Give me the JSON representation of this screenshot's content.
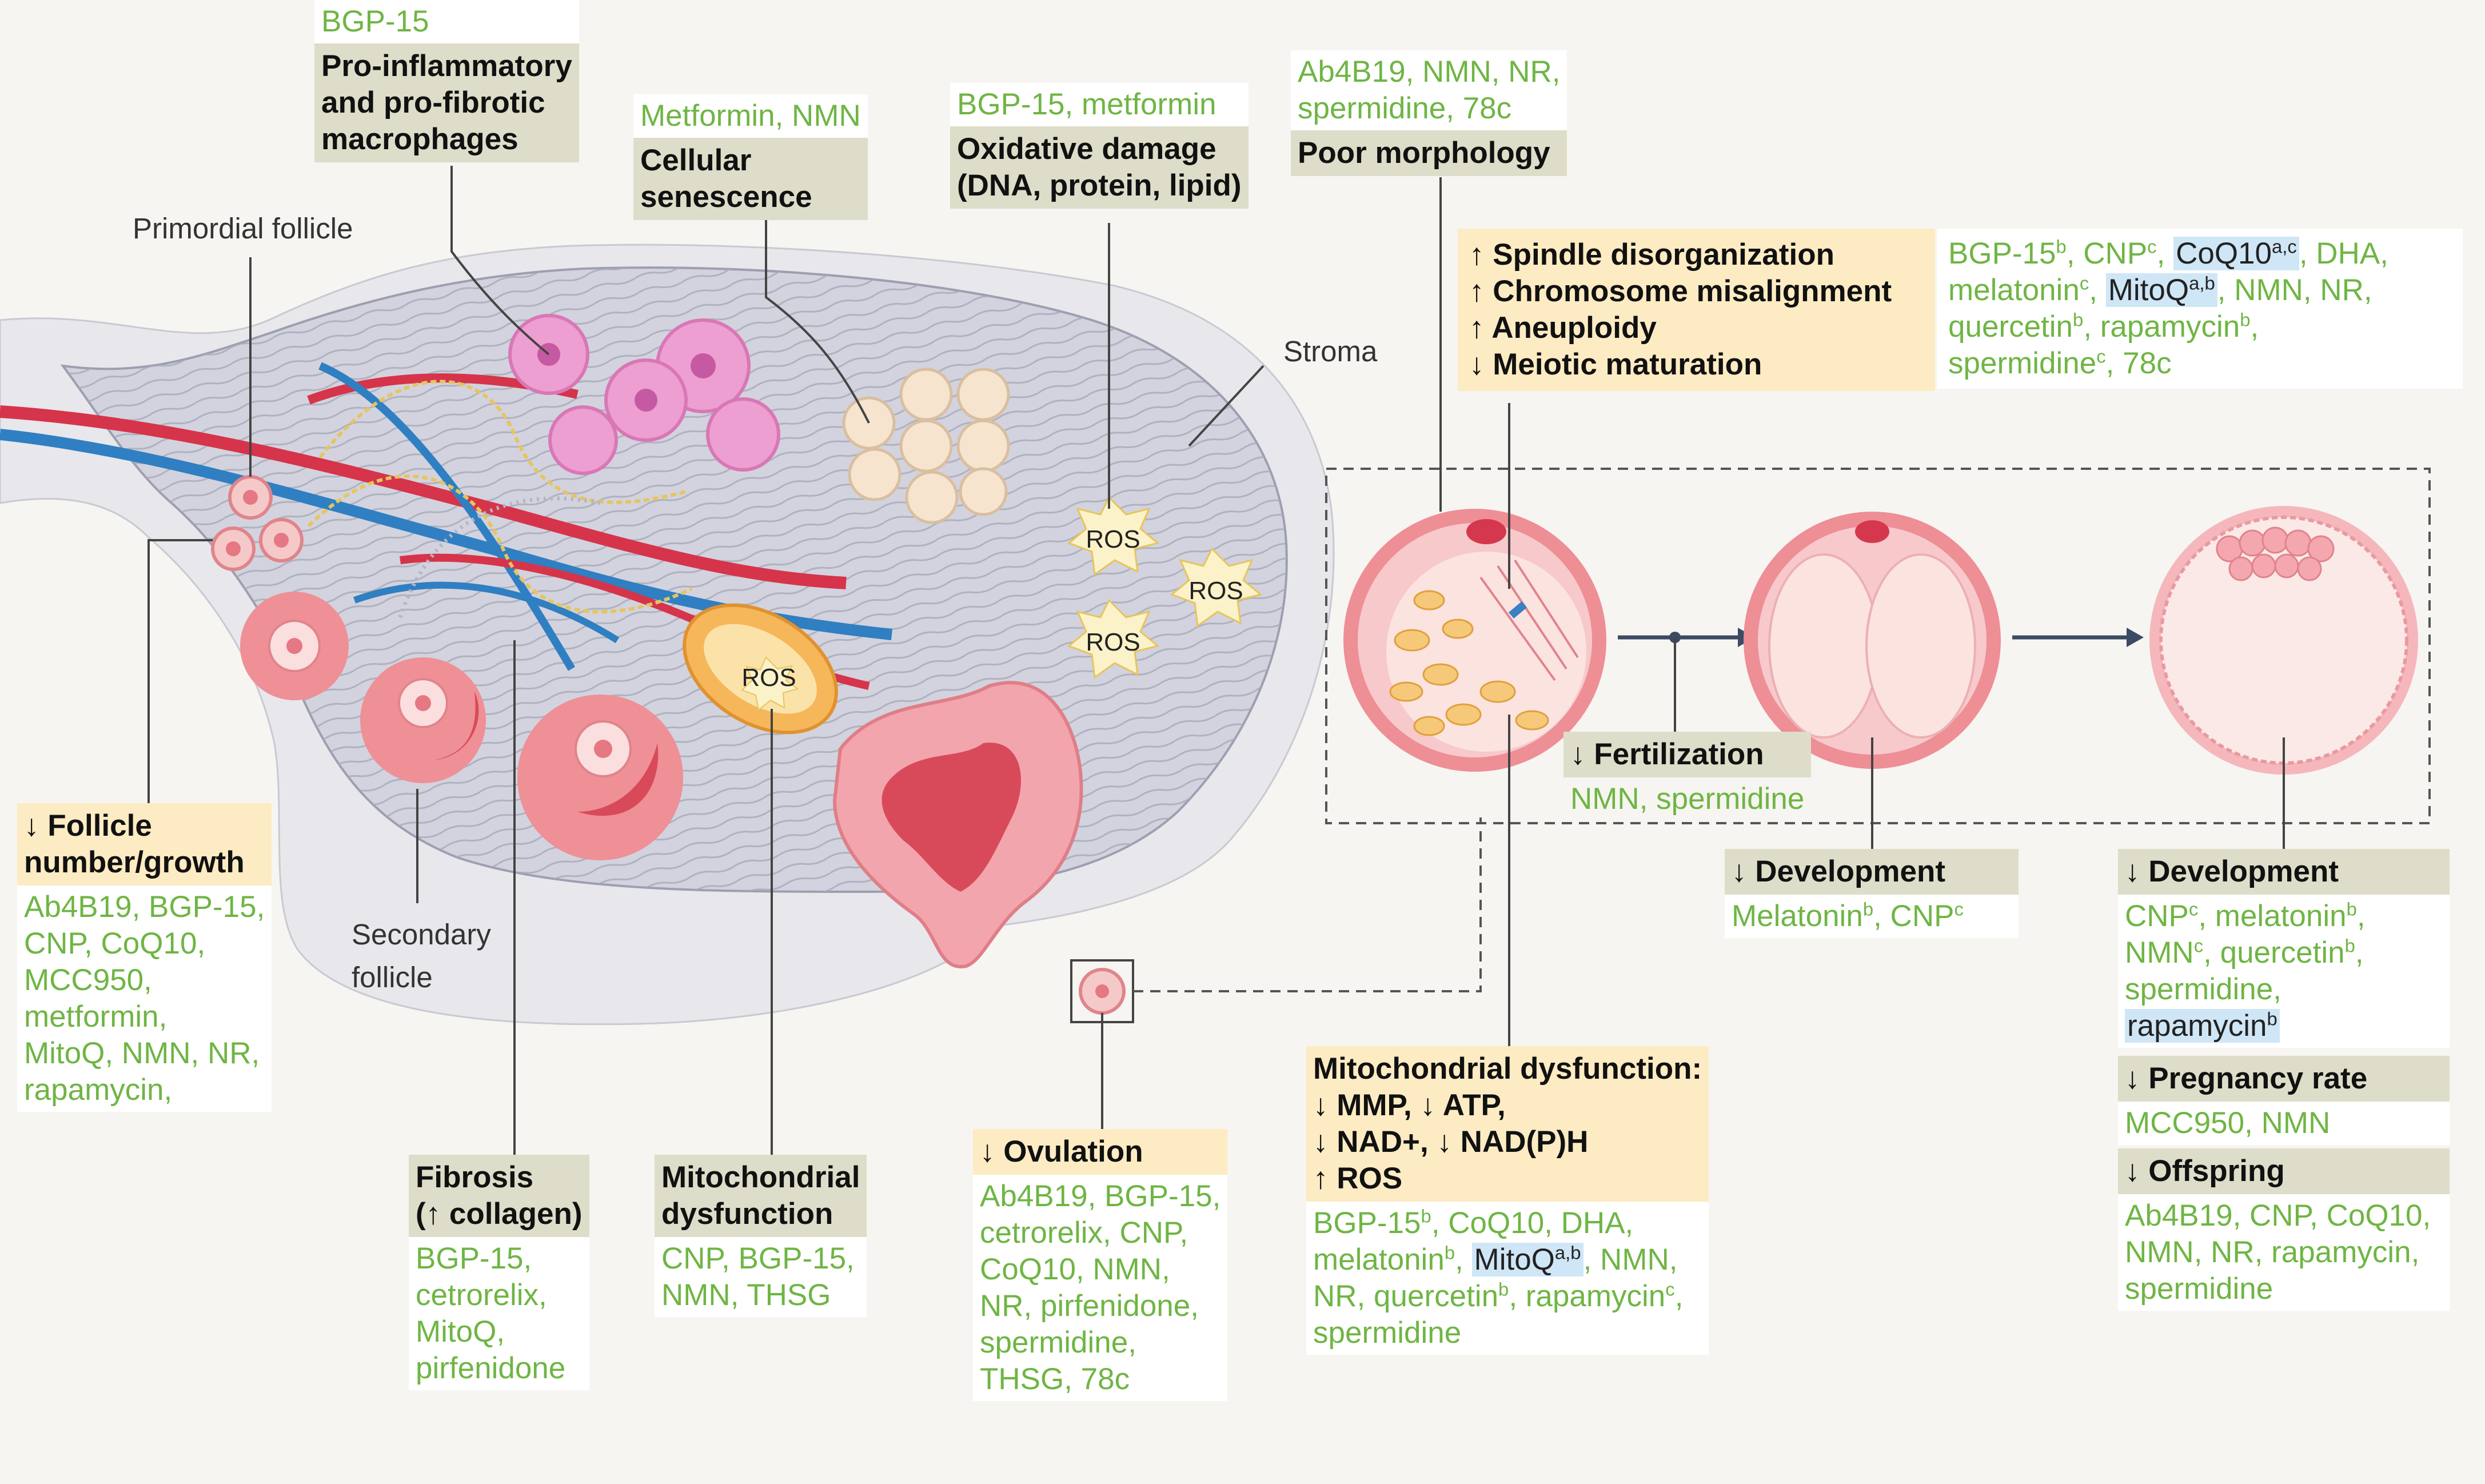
{
  "labels": {
    "primordial": "Primordial follicle",
    "stroma": "Stroma",
    "secondary_1": "Secondary",
    "secondary_2": "follicle",
    "ros": "ROS"
  },
  "macrophages": {
    "drugs": "BGP-15",
    "title_1": "Pro-inflammatory",
    "title_2": "and pro-fibrotic",
    "title_3": "macrophages"
  },
  "senescence": {
    "drugs": "Metformin, NMN",
    "title_1": "Cellular",
    "title_2": "senescence"
  },
  "oxidative": {
    "drugs": "BGP-15, metformin",
    "title_1": "Oxidative damage",
    "title_2": "(DNA, protein, lipid)"
  },
  "morphology": {
    "drugs_1": "Ab4B19, NMN, NR,",
    "drugs_2": "spermidine, 78c",
    "title": "Poor morphology"
  },
  "spindle": {
    "line1": "↑ Spindle disorganization",
    "line2": "↑ Chromosome misalignment",
    "line3": "↑ Aneuploidy",
    "line4": "↓ Meiotic maturation",
    "d_bgp": "BGP-15",
    "d_bgp_sup": "b",
    "d_cnp": "CNP",
    "d_cnp_sup": "c",
    "d_coq": "CoQ10",
    "d_coq_sup": "a,c",
    "d_dha": "DHA,",
    "d_mel": "melatonin",
    "d_mel_sup": "c",
    "d_mito": "MitoQ",
    "d_mito_sup": "a,b",
    "d_nmn": "NMN, NR,",
    "d_que": "quercetin",
    "d_que_sup": "b",
    "d_rapa": "rapamycin",
    "d_rapa_sup": "b",
    "d_sper": "spermidine",
    "d_sper_sup": "c",
    "d_78c": "78c"
  },
  "follicle": {
    "title_1": "↓ Follicle",
    "title_2": "number/growth",
    "drugs": [
      "Ab4B19, BGP-15,",
      "CNP, CoQ10,",
      "MCC950,",
      "metformin,",
      "MitoQ, NMN, NR,",
      "rapamycin,"
    ]
  },
  "fibrosis": {
    "title_1": "Fibrosis",
    "title_2": "(↑ collagen)",
    "drugs": [
      "BGP-15,",
      "cetrorelix,",
      "MitoQ,",
      "pirfenidone"
    ]
  },
  "mito_left": {
    "title_1": "Mitochondrial",
    "title_2": "dysfunction",
    "drugs": [
      "CNP, BGP-15,",
      "NMN, THSG"
    ]
  },
  "ovulation": {
    "title": "↓ Ovulation",
    "drugs": [
      "Ab4B19, BGP-15,",
      "cetrorelix, CNP,",
      "CoQ10, NMN,",
      "NR, pirfenidone,",
      "spermidine,",
      "THSG, 78c"
    ]
  },
  "mito_center": {
    "line1": "Mitochondrial dysfunction:",
    "line2": "↓ MMP, ↓ ATP,",
    "line3": "↓ NAD+, ↓ NAD(P)H",
    "line4": "↑ ROS",
    "d_bgp": "BGP-15",
    "d_bgp_sup": "b",
    "d_coq": "CoQ10, DHA,",
    "d_mel": "melatonin",
    "d_mel_sup": "b",
    "d_mito": "MitoQ",
    "d_mito_sup": "a,b",
    "d_nmn": "NMN,",
    "d_nr": "NR,",
    "d_que": "quercetin",
    "d_que_sup": "b",
    "d_rapa": "rapamycin",
    "d_rapa_sup": "c",
    "d_sper": "spermidine"
  },
  "fertilization": {
    "title": "↓ Fertilization",
    "drugs": "NMN, spermidine"
  },
  "dev_mid": {
    "title": "↓ Development",
    "d_mel": "Melatonin",
    "d_mel_sup": "b",
    "d_cnp": "CNP",
    "d_cnp_sup": "c"
  },
  "dev_right": {
    "title": "↓ Development",
    "d_cnp": "CNP",
    "d_cnp_sup": "c",
    "d_mel": "melatonin",
    "d_mel_sup": "b",
    "d_nmn": "NMN",
    "d_nmn_sup": "c",
    "d_que": "quercetin",
    "d_que_sup": "b",
    "d_sper": "spermidine,",
    "d_rapa": "rapamycin",
    "d_rapa_sup": "b"
  },
  "pregnancy": {
    "title": "↓ Pregnancy rate",
    "drugs": "MCC950, NMN"
  },
  "offspring": {
    "title": "↓ Offspring",
    "drugs": [
      "Ab4B19, CNP, CoQ10,",
      "NMN, NR, rapamycin,",
      "spermidine"
    ]
  },
  "colors": {
    "drug_green": "#6fb544",
    "khaki": "#deddc9",
    "yellow": "#fdebc3",
    "highlight_blue": "#cfe6f6"
  }
}
